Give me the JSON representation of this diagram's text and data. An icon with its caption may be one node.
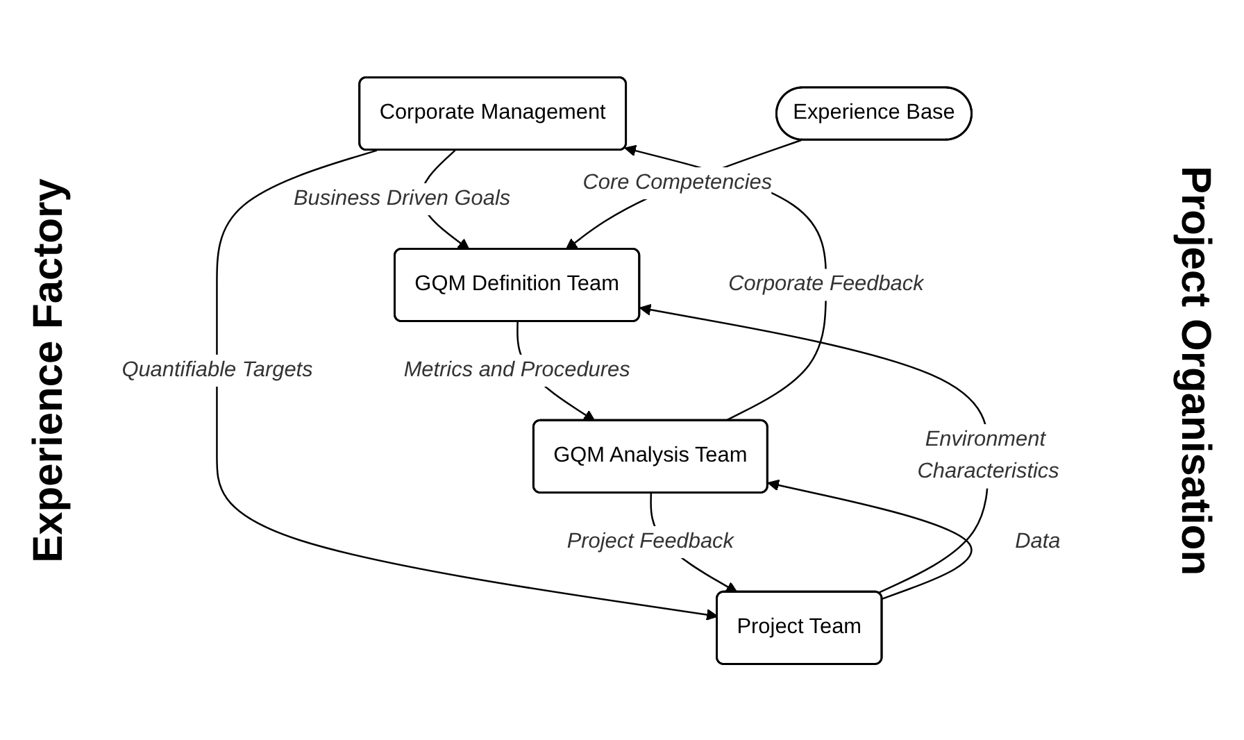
{
  "diagram": {
    "nodes": [
      {
        "text": [
          "Corporate Management"
        ]
      },
      {
        "text": [
          "GQM Definition Team"
        ]
      },
      {
        "text": [
          "Project Team"
        ]
      },
      {
        "text": [
          "GQM Analysis Team"
        ]
      },
      {
        "text": [
          "Experience Base"
        ]
      }
    ],
    "edges": [
      {
        "from": 0,
        "to": 1,
        "arrow": "to",
        "label": "Business Driven Goals"
      },
      {
        "from": 0,
        "to": 2,
        "arrow": "to",
        "label": "Quantifiable Targets"
      },
      {
        "from": 2,
        "to": 1,
        "arrow": "to",
        "label": "Environment Characteristics"
      },
      {
        "from": 1,
        "to": 3,
        "arrow": "to",
        "label": "Metrics and Procedures"
      },
      {
        "from": 4,
        "to": 1,
        "arrow": "to",
        "label": "Core Competencies"
      },
      {
        "from": 3,
        "to": 0,
        "arrow": "to",
        "label": "Corporate Feedback"
      },
      {
        "from": 3,
        "to": 2,
        "arrow": "to",
        "label": "Project Feedback"
      },
      {
        "from": 2,
        "to": 3,
        "arrow": "to",
        "label": "Data"
      }
    ],
    "labels": [
      "Experience Factory",
      "Project Organisation"
    ]
  }
}
